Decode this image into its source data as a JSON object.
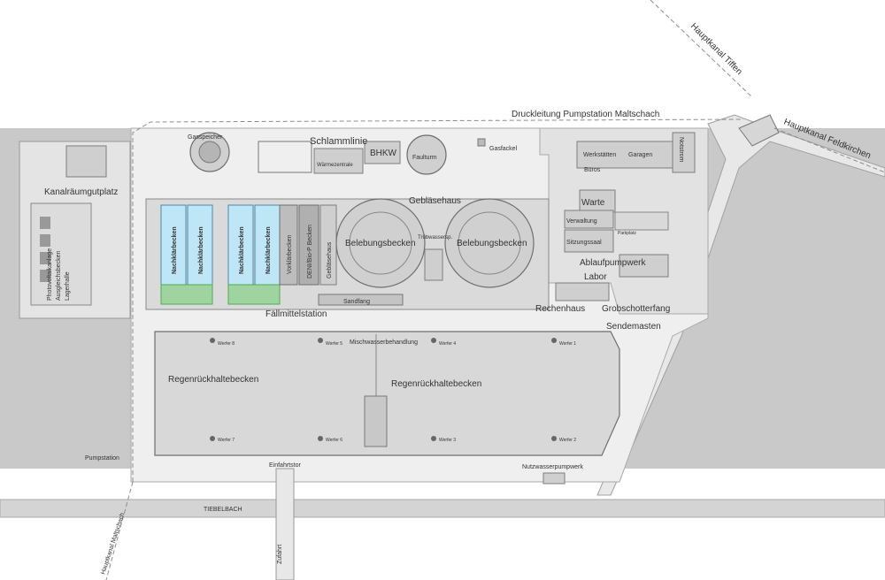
{
  "labels": {
    "hauptkanal_tiffen": "Hauptkanal Tiffen",
    "druckleitung": "Druckleitung Pumpstation Maltschach",
    "hauptkanal_feldkirchen": "Hauptkanal Feldkirchen",
    "gasspeicher": "Gasspeicher",
    "schlammlinie": "Schlammlinie",
    "bhkw": "BHKW",
    "faulturm": "Faulturm",
    "waermezentrale": "Wärmezentrale",
    "gasfackel": "Gasfackel",
    "werkstaetten": "Werkstätten",
    "garagen": "Garagen",
    "bueros": "Büros",
    "notstrom": "Notstrom",
    "warte": "Warte",
    "verwaltung": "Verwaltung",
    "sitzungssaal": "Sitzungssaal",
    "parkplatz": "Parkplatz",
    "ablaufpumpwerk": "Ablaufpumpwerk",
    "labor": "Labor",
    "kanalraeumgutplatz": "Kanalräumgutplatz",
    "photovoltaik": "Photovoltaikanlage",
    "ausgleichsbecken": "Ausgleichsbecken",
    "lagerhalle": "Lagerhalle",
    "nachklaerbecken": "Nachklärbecken",
    "vorklaerbecken": "Vorklärbecken",
    "deni_bio_p": "DENI/Bio-P Becken",
    "geblaesehaus": "Gebläsehaus",
    "belebungsbecken": "Belebungsbecken",
    "truebwasserspeicher": "Trübwassersp.",
    "sandfang": "Sandfang",
    "faellmittelstation": "Fällmittelstation",
    "rechenhaus": "Rechenhaus",
    "grobschotterfang": "Grobschotterfang",
    "sendemasten": "Sendemasten",
    "mischwasserbehandlung": "Mischwasserbehandlung",
    "regenrueckhaltebecken": "Regenrückhaltebecken",
    "werfer_1": "Werfer 1",
    "werfer_2": "Werfer 2",
    "werfer_3": "Werfer 3",
    "werfer_4": "Werfer 4",
    "werfer_5": "Werfer 5",
    "werfer_6": "Werfer 6",
    "werfer_7": "Werfer 7",
    "werfer_8": "Werfer 8",
    "pumpstation": "Pumpstation",
    "einfahrtstor": "Einfahrtstor",
    "nutzwasserpumpwerk": "Nutzwasserpumpwerk",
    "tiebelbach": "TIEBELBACH",
    "hauptkanal_maltschach": "Hauptkanal Maltschach",
    "zufahrt": "Zufahrt"
  },
  "colors": {
    "clarifier_fill": "#bfe6f7",
    "clarifier_edge": "#4a8aa8",
    "green_strip": "#4fae4f",
    "road": "#e3e3e3",
    "building": "#cfcfcf"
  }
}
